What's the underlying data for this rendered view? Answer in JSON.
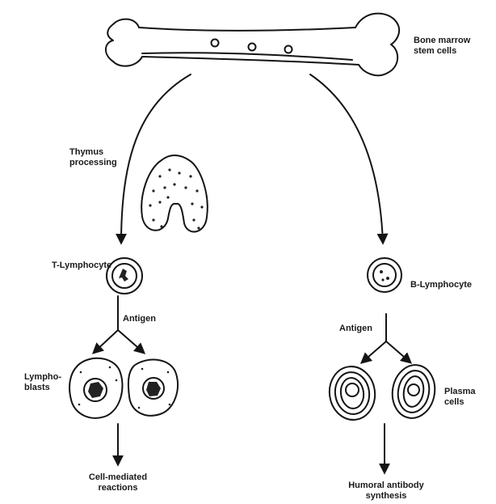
{
  "labels": {
    "bone_marrow": [
      "Bone marrow",
      "stem cells"
    ],
    "thymus": [
      "Thymus",
      "processing"
    ],
    "t_lymphocyte": "T-Lymphocyte",
    "b_lymphocyte": "B-Lymphocyte",
    "antigen_left": "Antigen",
    "antigen_right": "Antigen",
    "lymphoblasts": [
      "Lympho-",
      "blasts"
    ],
    "plasma_cells": [
      "Plasma",
      "cells"
    ],
    "cell_mediated": [
      "Cell-mediated",
      "reactions"
    ],
    "humoral": [
      "Humoral antibody",
      "synthesis"
    ]
  }
}
